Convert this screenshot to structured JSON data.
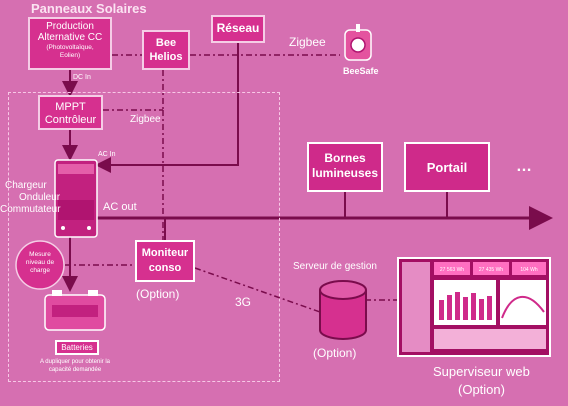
{
  "title": "Panneaux Solaires",
  "production": {
    "line1": "Production",
    "line2": "Alternative CC",
    "line3": "(Photovoltaïque,",
    "line4": "Eolien)"
  },
  "dc_in": "DC In",
  "bee_helios": {
    "line1": "Bee",
    "line2": "Helios"
  },
  "reseau": "Réseau",
  "zigbee_top": "Zigbee",
  "beesafe": "BeeSafe",
  "mppt": {
    "line1": "MPPT",
    "line2": "Contrôleur"
  },
  "zigbee_mid": "Zigbee",
  "ac_in": "AC In",
  "chargeur": {
    "line1": "Chargeur",
    "line2": "Onduleur",
    "line3": "Commutateur"
  },
  "ac_out": "AC out",
  "bornes": {
    "line1": "Bornes",
    "line2": "lumineuses"
  },
  "portail": "Portail",
  "ellipsis": "…",
  "mesure": {
    "line1": "Mesure",
    "line2": "niveau de",
    "line3": "charge"
  },
  "moniteur": {
    "line1": "Moniteur",
    "line2": "conso"
  },
  "option_moniteur": "(Option)",
  "threeg": "3G",
  "serveur": "Serveur de gestion",
  "option_serveur": "(Option)",
  "batteries": "Batteries",
  "batteries_note": {
    "line1": "A dupliquer pour obtenir la",
    "line2": "capacité demandée"
  },
  "superviseur": {
    "line1": "Superviseur web",
    "line2": "(Option)"
  },
  "dashboard": {
    "tile1": "27 563 Wh",
    "tile2": "27 435 Wh",
    "tile3": "104 Wh"
  },
  "colors": {
    "background": "#d66fb1",
    "box": "#d6308f",
    "line": "#7a0c4c",
    "dashed": "#f7c8e6"
  }
}
